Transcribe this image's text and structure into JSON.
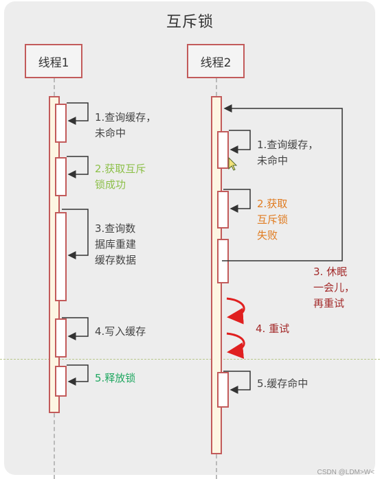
{
  "title": "互斥锁",
  "actors": {
    "thread1": "线程1",
    "thread2": "线程2"
  },
  "thread1_steps": [
    {
      "text": "1.查询缓存，\n未命中",
      "color": "#444444"
    },
    {
      "text": "2.获取互斥\n锁成功",
      "color": "#8dc04a"
    },
    {
      "text": "3.查询数\n据库重建\n缓存数据",
      "color": "#444444"
    },
    {
      "text": "4.写入缓存",
      "color": "#444444"
    },
    {
      "text": "5.释放锁",
      "color": "#1fa760"
    }
  ],
  "thread2_steps": [
    {
      "text": "1.查询缓存，\n未命中",
      "color": "#444444"
    },
    {
      "text": "2.获取\n互斥锁\n失败",
      "color": "#e07b20"
    },
    {
      "text": "3. 休眠\n一会儿，\n再重试",
      "color": "#a32a2a"
    },
    {
      "text": "4. 重试",
      "color": "#a32a2a"
    },
    {
      "text": "5.缓存命中",
      "color": "#444444"
    }
  ],
  "watermark": "CSDN @LDM>W<",
  "colors": {
    "border": "#c25a5a",
    "retry_arrow": "#e02020",
    "arrow": "#333333"
  }
}
